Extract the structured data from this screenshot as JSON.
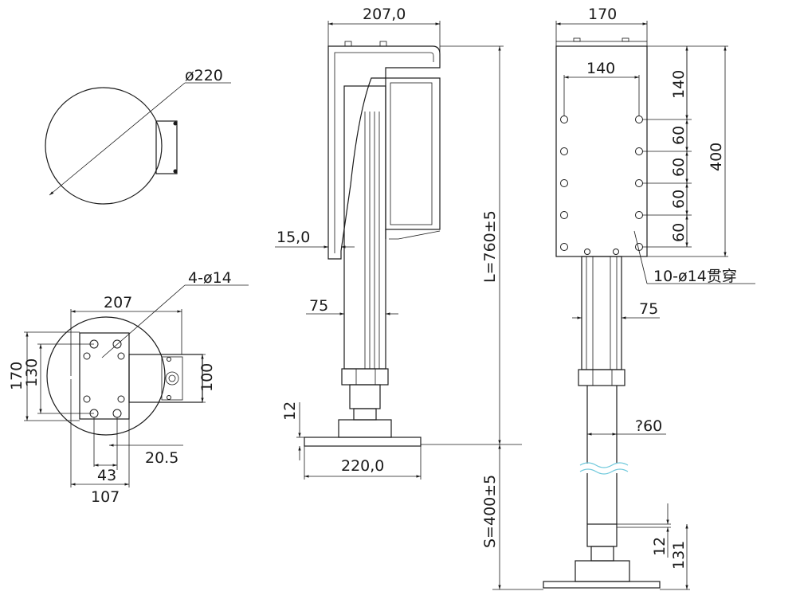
{
  "top_view": {
    "diameter": "ø220"
  },
  "base_view": {
    "width_207": "207",
    "hole_spec": "4-ø14",
    "dim_170": "170",
    "dim_130": "130",
    "dim_100": "100",
    "dim_20_5": "20.5",
    "dim_43": "43",
    "dim_107": "107"
  },
  "side_view": {
    "width_207": "207,0",
    "dim_15": "15,0",
    "dim_75": "75",
    "dim_12": "12",
    "base_220": "220,0",
    "length_L": "L=760±5"
  },
  "front_view": {
    "width_170": "170",
    "width_140": "140",
    "dim_140": "140",
    "pitch_1": "60",
    "pitch_2": "60",
    "pitch_3": "60",
    "pitch_4": "60",
    "height_400": "400",
    "holes_spec": "10-ø14贯穿",
    "dim_75": "75",
    "tube_dia": "?60",
    "stroke_S": "S=400±5",
    "dim_12": "12",
    "dim_131": "131"
  }
}
